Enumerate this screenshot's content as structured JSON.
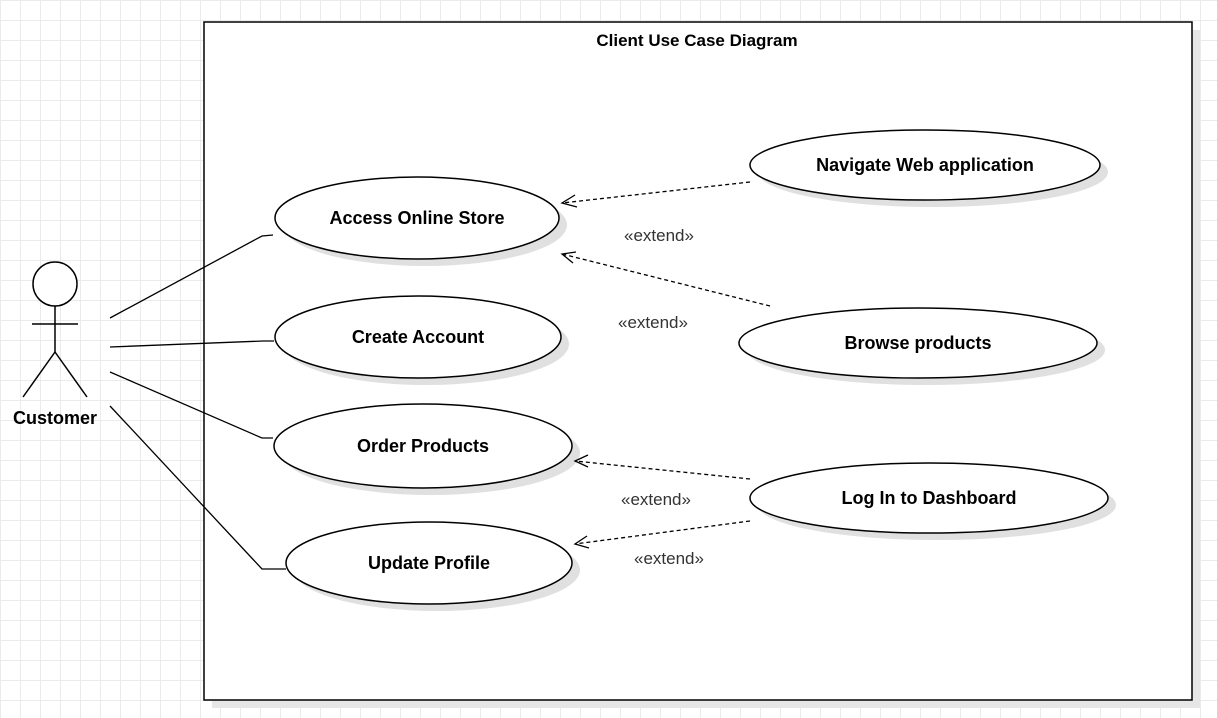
{
  "diagram": {
    "title": "Client Use Case Diagram",
    "actor": {
      "name": "Customer"
    },
    "use_cases": {
      "access_online_store": "Access Online Store",
      "create_account": "Create Account",
      "order_products": "Order Products",
      "update_profile": "Update Profile",
      "navigate_web_application": "Navigate Web application",
      "browse_products": "Browse products",
      "log_in_to_dashboard": "Log In to Dashboard"
    },
    "extend_label": "«extend»",
    "associations": [
      {
        "from": "Customer",
        "to": "Access Online Store"
      },
      {
        "from": "Customer",
        "to": "Create Account"
      },
      {
        "from": "Customer",
        "to": "Order Products"
      },
      {
        "from": "Customer",
        "to": "Update Profile"
      }
    ],
    "extends": [
      {
        "from": "Navigate Web application",
        "to": "Access Online Store"
      },
      {
        "from": "Browse products",
        "to": "Access Online Store"
      },
      {
        "from": "Log In to Dashboard",
        "to": "Order Products"
      },
      {
        "from": "Log In to Dashboard",
        "to": "Update Profile"
      }
    ]
  }
}
